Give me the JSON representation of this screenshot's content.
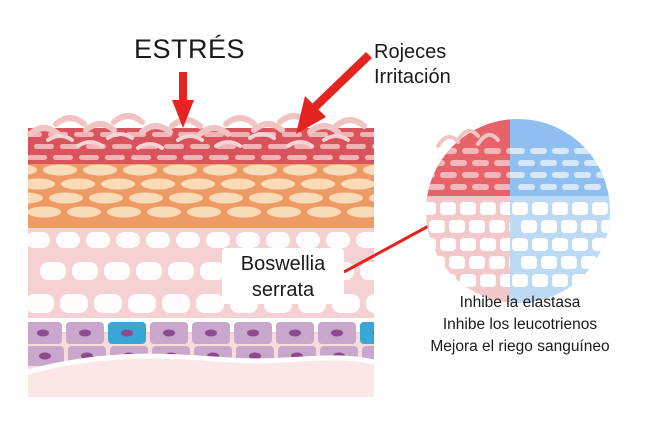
{
  "labels": {
    "stress": "ESTRÉS",
    "redness_line1": "Rojeces",
    "redness_line2": "Irritación",
    "ingredient_line1": "Boswellia",
    "ingredient_line2": "serrata"
  },
  "effects": [
    "Inhibe la elastasa",
    "Inhibe los leucotrienos",
    "Mejora el riego sanguíneo"
  ],
  "colors": {
    "arrow_red": "#e52421",
    "stratum_corneum": "#e4a0a0",
    "scale_pink": "#f1c4c4",
    "red_layer": "#d9535c",
    "orange_layer": "#ee9a64",
    "cell_cream": "#f8dcb8",
    "spinous_layer": "#f6d1d3",
    "basal_blue": "#3aa6d8",
    "basal_purple": "#c9a6cb",
    "nucleus_purple": "#8e4a8f",
    "dermis_pink": "#f7dcdc",
    "healthy_blue": "#a9cef0"
  }
}
